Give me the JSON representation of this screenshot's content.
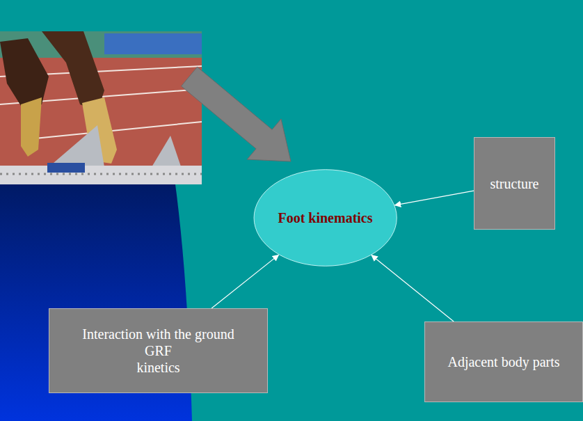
{
  "diagram": {
    "nodes": [
      {
        "text": [
          "Foot kinematics"
        ]
      },
      {
        "text": [
          "structure"
        ]
      },
      {
        "text": [
          "Interaction with the ground",
          "GRF",
          "kinetics"
        ]
      },
      {
        "text": [
          "Adjacent body parts"
        ]
      }
    ],
    "edges": [
      {
        "from": 1,
        "to": 0,
        "arrow": "to"
      },
      {
        "from": 2,
        "to": 0,
        "arrow": "to"
      },
      {
        "from": 3,
        "to": 0,
        "arrow": "to"
      }
    ]
  }
}
